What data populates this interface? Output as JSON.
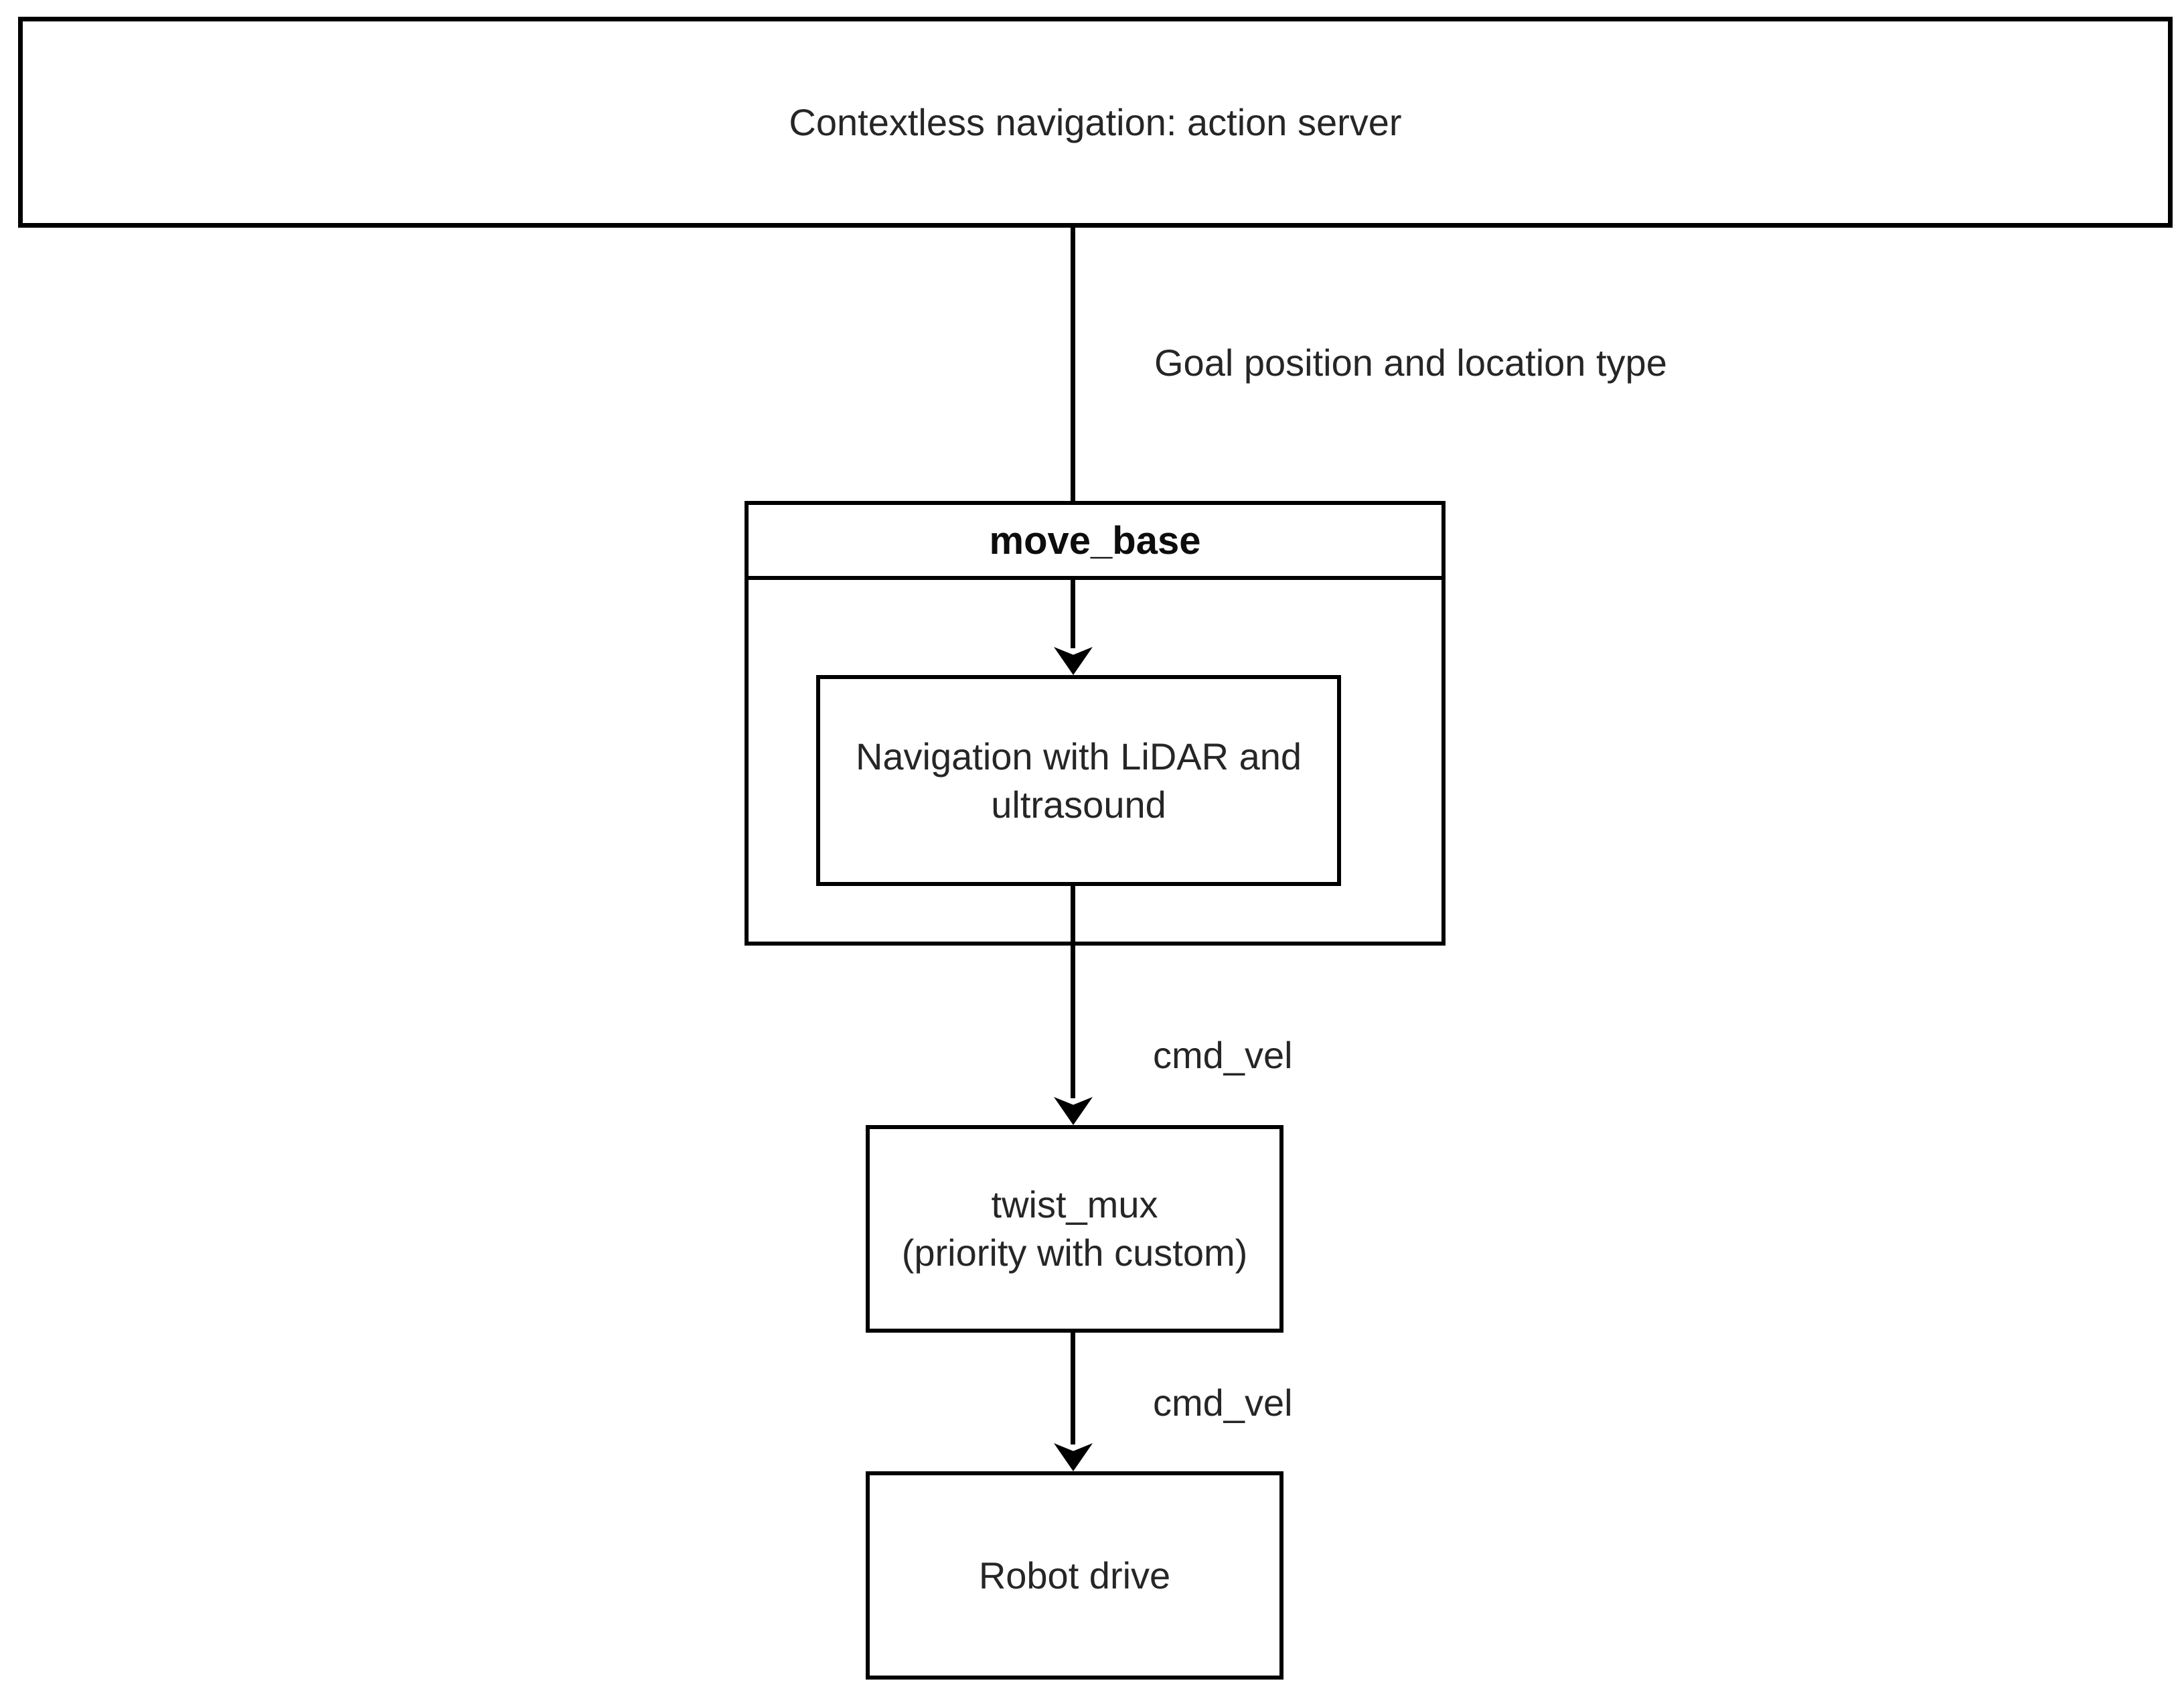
{
  "colors": {
    "stroke": "#000000",
    "text": "#262626",
    "background": "#ffffff"
  },
  "diagram": {
    "type": "flowchart",
    "action_server": {
      "label": "Contextless navigation: action server"
    },
    "edge_goal": {
      "label": "Goal position and location type"
    },
    "move_base": {
      "title": "move_base"
    },
    "navigation": {
      "line1": "Navigation with LiDAR and",
      "line2": "ultrasound"
    },
    "edge_cmd_vel_1": {
      "label": "cmd_vel"
    },
    "twist_mux": {
      "line1": "twist_mux",
      "line2": "(priority with custom)"
    },
    "edge_cmd_vel_2": {
      "label": "cmd_vel"
    },
    "robot_drive": {
      "label": "Robot drive"
    }
  }
}
